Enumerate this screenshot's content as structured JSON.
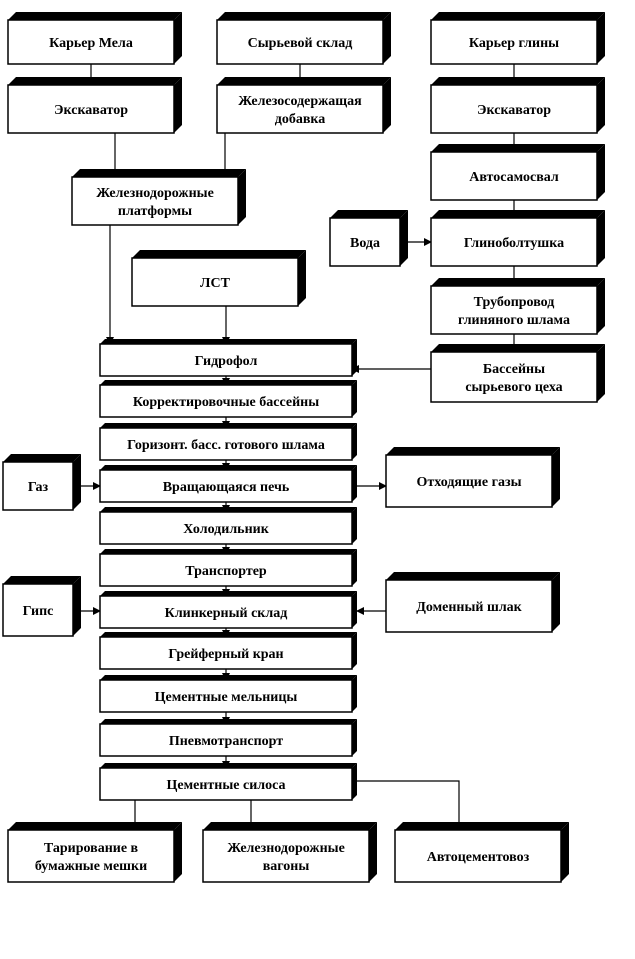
{
  "diagram": {
    "nodes": {
      "chalk_quarry": [
        "Карьер Мела"
      ],
      "raw_store": [
        "Сырьевой склад"
      ],
      "clay_quarry": [
        "Карьер глины"
      ],
      "excavator_1": [
        "Экскаватор"
      ],
      "iron_additive": [
        "Железосодержащая",
        "добавка"
      ],
      "excavator_2": [
        "Экскаватор"
      ],
      "dump_truck": [
        "Автосамосвал"
      ],
      "rail_platforms": [
        "Железнодорожные",
        "платформы"
      ],
      "water": [
        "Вода"
      ],
      "clay_mixer": [
        "Глиноболтушка"
      ],
      "lst": [
        "ЛСТ"
      ],
      "clay_pipeline": [
        "Трубопровод",
        "глиняного шлама"
      ],
      "raw_pools": [
        "Бассейны",
        "сырьевого цеха"
      ],
      "hydrofol": [
        "Гидрофол"
      ],
      "correction_pools": [
        "Корректировочные бассейны"
      ],
      "horizontal_pools": [
        "Горизонт. басс. готового шлама"
      ],
      "gas": [
        "Газ"
      ],
      "rotary_kiln": [
        "Вращающаяся печь"
      ],
      "exhaust_gases": [
        "Отходящие газы"
      ],
      "cooler": [
        "Холодильник"
      ],
      "conveyor": [
        "Транспортер"
      ],
      "gypsum": [
        "Гипс"
      ],
      "clinker_store": [
        "Клинкерный склад"
      ],
      "blast_slag": [
        "Доменный шлак"
      ],
      "grab_crane": [
        "Грейферный кран"
      ],
      "cement_mills": [
        "Цементные мельницы"
      ],
      "pneumo": [
        "Пневмотранспорт"
      ],
      "cement_silos": [
        "Цементные силоса"
      ],
      "paper_bags": [
        "Тарирование в",
        "бумажные мешки"
      ],
      "rail_wagons": [
        "Железнодорожные",
        "вагоны"
      ],
      "cement_truck": [
        "Автоцементовоз"
      ]
    },
    "edges": [
      [
        "chalk_quarry",
        "excavator_1"
      ],
      [
        "raw_store",
        "iron_additive"
      ],
      [
        "clay_quarry",
        "excavator_2"
      ],
      [
        "excavator_2",
        "dump_truck"
      ],
      [
        "excavator_1",
        "rail_platforms"
      ],
      [
        "iron_additive",
        "rail_platforms"
      ],
      [
        "dump_truck",
        "clay_mixer"
      ],
      [
        "water",
        "clay_mixer"
      ],
      [
        "clay_mixer",
        "clay_pipeline"
      ],
      [
        "clay_pipeline",
        "raw_pools"
      ],
      [
        "rail_platforms",
        "hydrofol"
      ],
      [
        "lst",
        "hydrofol"
      ],
      [
        "raw_pools",
        "hydrofol"
      ],
      [
        "hydrofol",
        "correction_pools"
      ],
      [
        "correction_pools",
        "horizontal_pools"
      ],
      [
        "horizontal_pools",
        "rotary_kiln"
      ],
      [
        "gas",
        "rotary_kiln"
      ],
      [
        "rotary_kiln",
        "exhaust_gases"
      ],
      [
        "rotary_kiln",
        "cooler"
      ],
      [
        "cooler",
        "conveyor"
      ],
      [
        "conveyor",
        "clinker_store"
      ],
      [
        "gypsum",
        "clinker_store"
      ],
      [
        "blast_slag",
        "clinker_store"
      ],
      [
        "clinker_store",
        "grab_crane"
      ],
      [
        "grab_crane",
        "cement_mills"
      ],
      [
        "cement_mills",
        "pneumo"
      ],
      [
        "pneumo",
        "cement_silos"
      ],
      [
        "cement_silos",
        "paper_bags"
      ],
      [
        "cement_silos",
        "rail_wagons"
      ],
      [
        "cement_silos",
        "cement_truck"
      ]
    ]
  }
}
